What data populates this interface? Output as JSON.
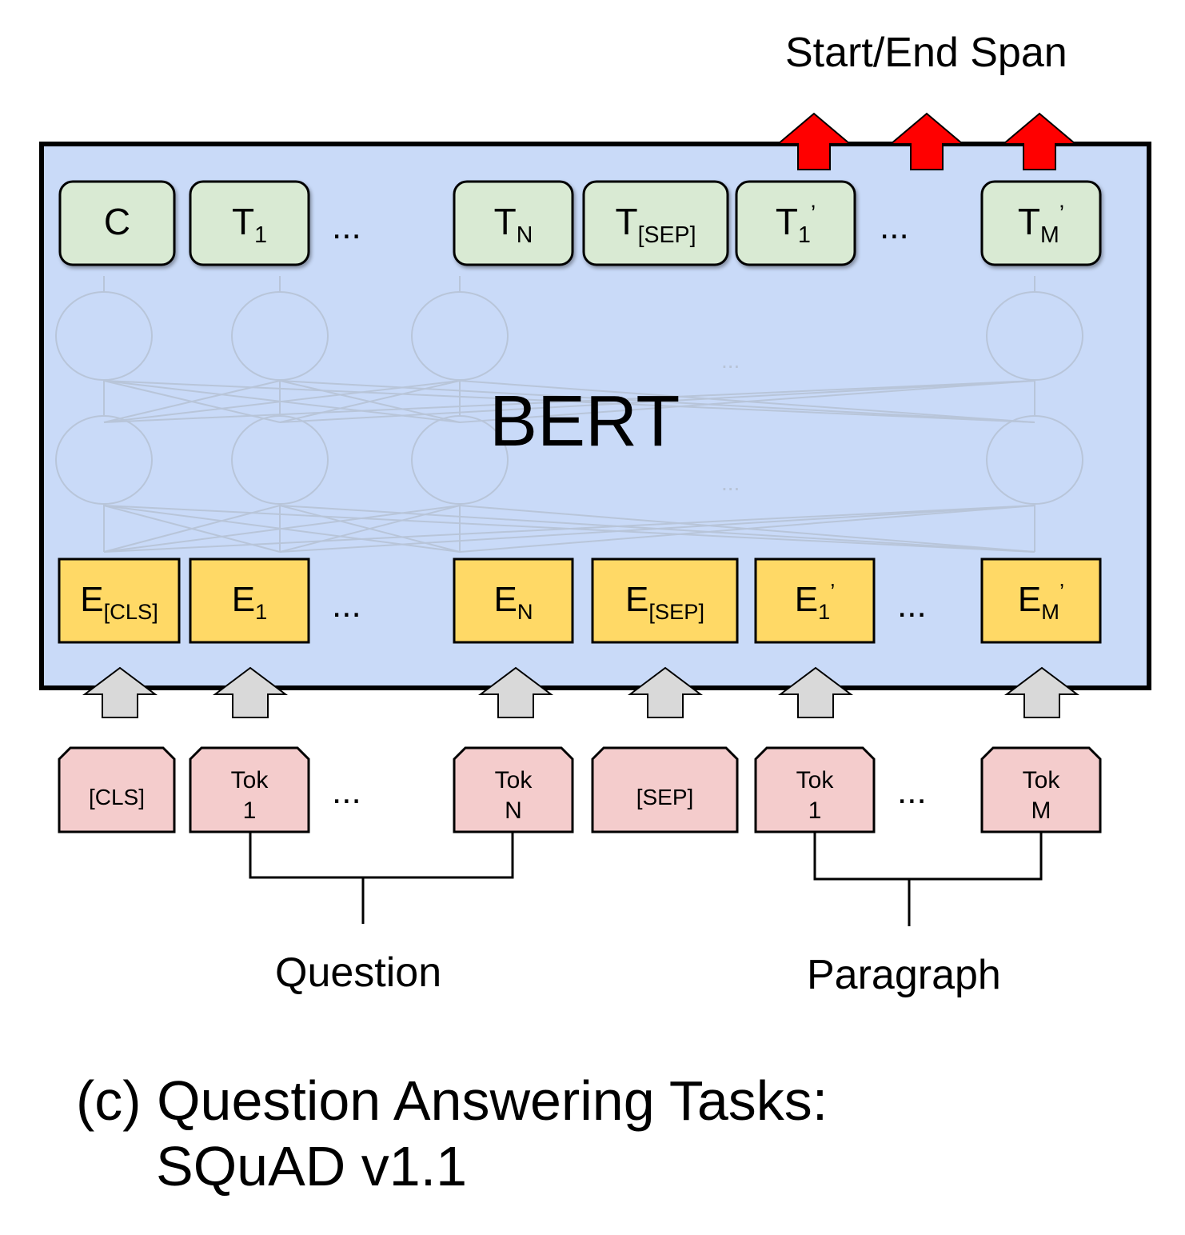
{
  "output_label": "Start/End Span",
  "model_label": "BERT",
  "top_tokens": [
    {
      "main": "C",
      "sub": "",
      "prime": ""
    },
    {
      "main": "T",
      "sub": "1",
      "prime": ""
    },
    {
      "main": "T",
      "sub": "N",
      "prime": ""
    },
    {
      "main": "T",
      "sub": "[SEP]",
      "prime": ""
    },
    {
      "main": "T",
      "sub": "1",
      "prime": "’"
    },
    {
      "main": "T",
      "sub": "M",
      "prime": "’"
    }
  ],
  "embeddings": [
    {
      "main": "E",
      "sub": "[CLS]",
      "prime": ""
    },
    {
      "main": "E",
      "sub": "1",
      "prime": ""
    },
    {
      "main": "E",
      "sub": "N",
      "prime": ""
    },
    {
      "main": "E",
      "sub": "[SEP]",
      "prime": ""
    },
    {
      "main": "E",
      "sub": "1",
      "prime": "’"
    },
    {
      "main": "E",
      "sub": "M",
      "prime": "’"
    }
  ],
  "input_tokens": [
    {
      "line1": "[CLS]",
      "line2": ""
    },
    {
      "line1": "Tok",
      "line2": "1"
    },
    {
      "line1": "Tok",
      "line2": "N"
    },
    {
      "line1": "[SEP]",
      "line2": ""
    },
    {
      "line1": "Tok",
      "line2": "1"
    },
    {
      "line1": "Tok",
      "line2": "M"
    }
  ],
  "ellipsis": "...",
  "inner_ellipsis": "...",
  "group_labels": {
    "question": "Question",
    "paragraph": "Paragraph"
  },
  "caption": {
    "line1": "(c) Question Answering Tasks:",
    "line2": "SQuAD v1.1"
  },
  "colors": {
    "bert_fill": "#c9daf8",
    "output_token_fill": "#d9ead3",
    "embedding_fill": "#ffd966",
    "input_token_fill": "#f4cccc",
    "output_arrow": "#ff0000",
    "input_arrow": "#d9d9d9",
    "ghost_stroke": "#b7c3d6"
  }
}
